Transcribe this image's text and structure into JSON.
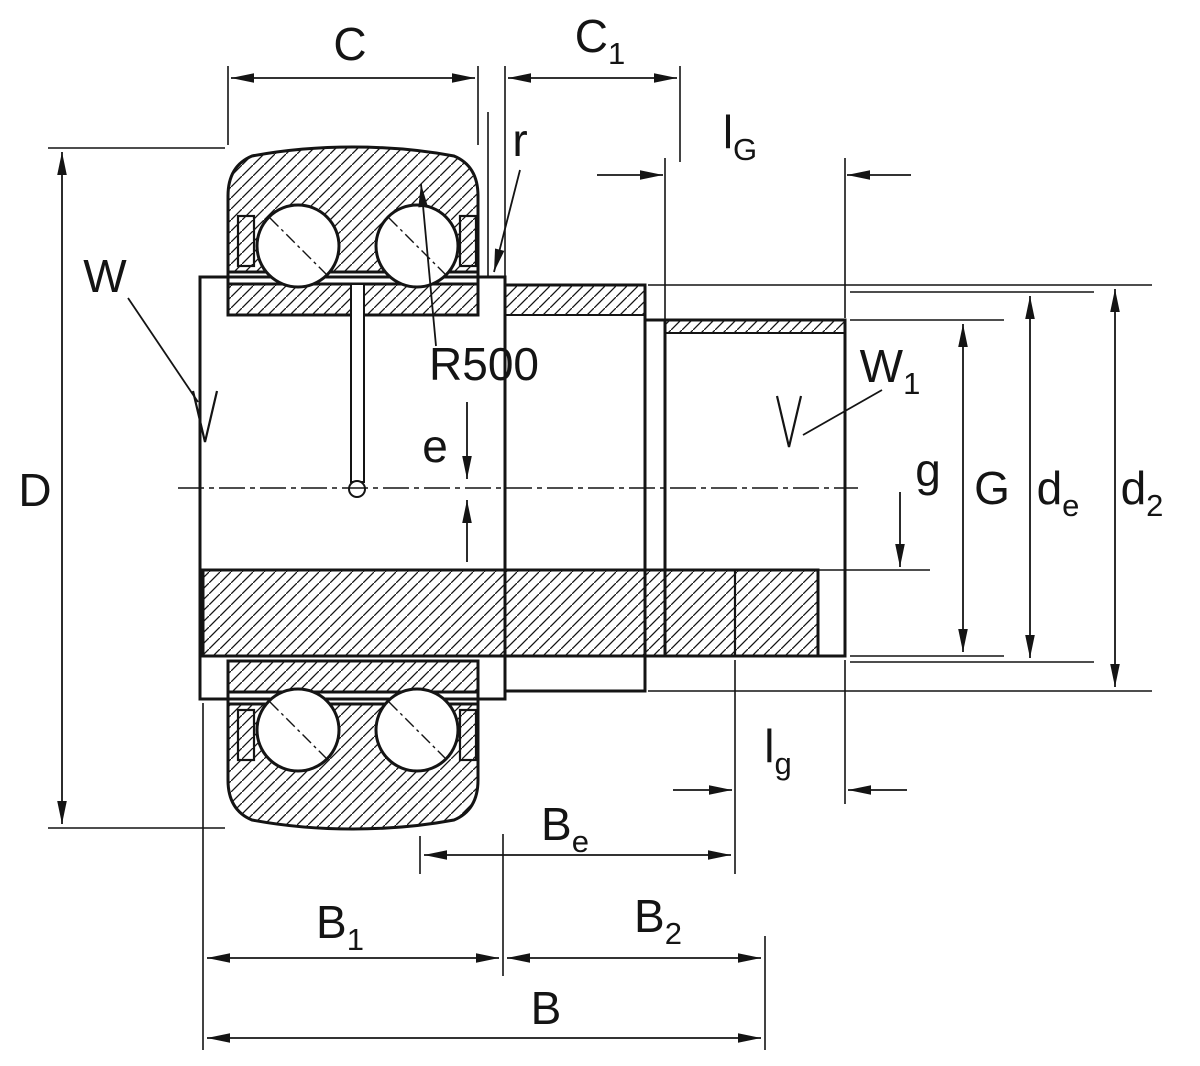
{
  "title": "Stud-type track roller bearing dimension drawing",
  "colors": {
    "line": "#141414",
    "background": "#ffffff"
  },
  "labels": {
    "C": {
      "main": "C",
      "sub": ""
    },
    "C1": {
      "main": "C",
      "sub": "1"
    },
    "r": {
      "main": "r",
      "sub": ""
    },
    "lG": {
      "main": "l",
      "sub": "G"
    },
    "W": {
      "main": "W",
      "sub": ""
    },
    "R500": {
      "main": "R500",
      "sub": ""
    },
    "e": {
      "main": "e",
      "sub": ""
    },
    "W1": {
      "main": "W",
      "sub": "1"
    },
    "g": {
      "main": "g",
      "sub": ""
    },
    "G": {
      "main": "G",
      "sub": ""
    },
    "de": {
      "main": "d",
      "sub": "e"
    },
    "d2": {
      "main": "d",
      "sub": "2"
    },
    "D": {
      "main": "D",
      "sub": ""
    },
    "lg": {
      "main": "l",
      "sub": "g"
    },
    "Be": {
      "main": "B",
      "sub": "e"
    },
    "B1": {
      "main": "B",
      "sub": "1"
    },
    "B2": {
      "main": "B",
      "sub": "2"
    },
    "B": {
      "main": "B",
      "sub": ""
    }
  }
}
